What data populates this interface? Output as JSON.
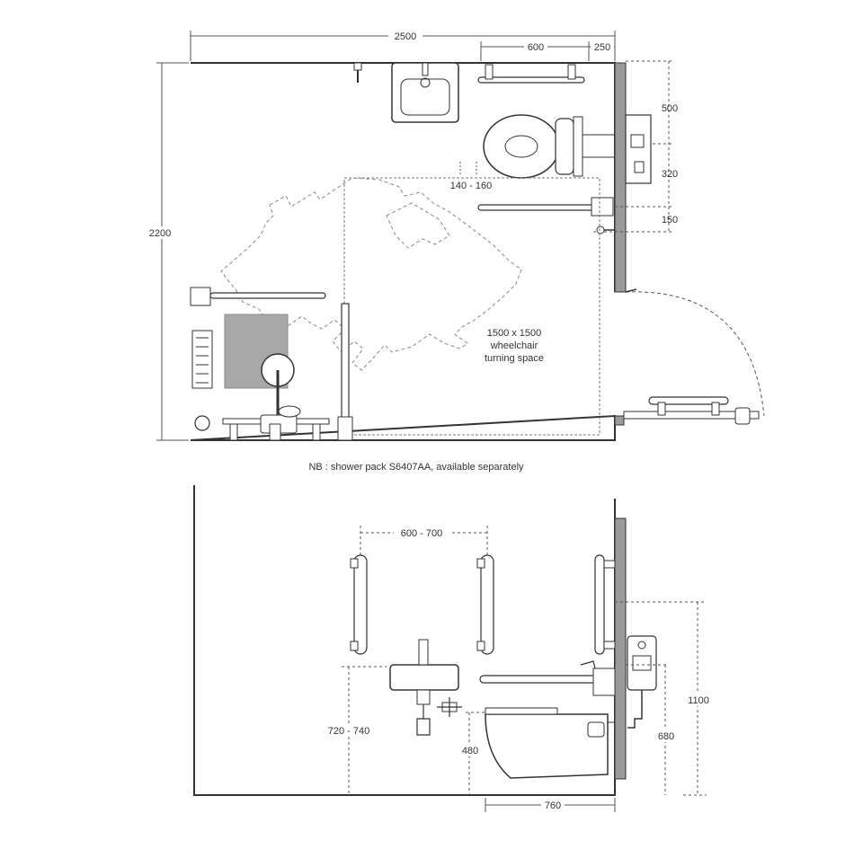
{
  "plan": {
    "dim_width": "2500",
    "dim_depth": "2200",
    "dim_600": "600",
    "dim_250": "250",
    "dim_500": "500",
    "dim_320": "320",
    "dim_150": "150",
    "dim_140_160": "140 - 160",
    "turning_line1": "1500 x 1500",
    "turning_line2": "wheelchair",
    "turning_line3": "turning space"
  },
  "note": "NB : shower pack S6407AA, available separately",
  "elevation": {
    "dim_rail_spacing": "600 - 700",
    "dim_basin_height": "720 - 740",
    "dim_pan_height": "480",
    "dim_flush_height": "680",
    "dim_rail_height": "1100",
    "dim_projection": "760"
  },
  "colors": {
    "line": "#333333",
    "dim": "#555555",
    "wall": "#9a9a9a",
    "seat": "#a8a8a8"
  }
}
